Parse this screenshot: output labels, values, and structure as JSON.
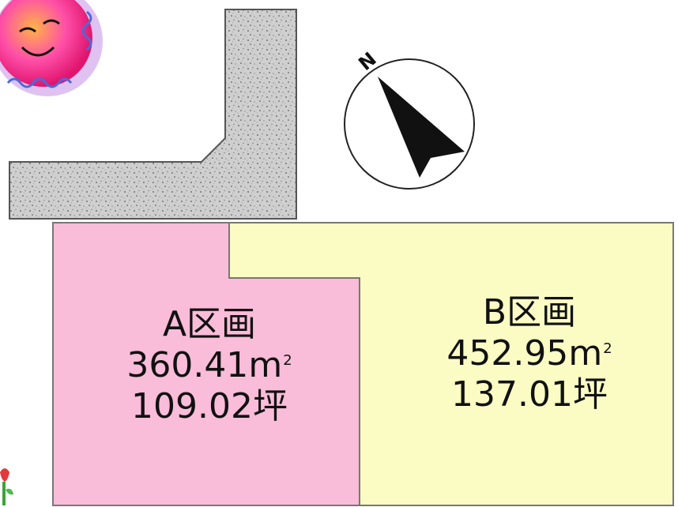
{
  "compass": {
    "north_letter": "N"
  },
  "lots": [
    {
      "name": "A区画",
      "area_sqm": "360.41",
      "area_sqm_unit": "m",
      "area_sqm_sup": "2",
      "area_tsubo": "109.02坪",
      "fill_color": "#f9bcd9"
    },
    {
      "name": "B区画",
      "area_sqm": "452.95",
      "area_sqm_unit": "m",
      "area_sqm_sup": "2",
      "area_tsubo": "137.01坪",
      "fill_color": "#fafcc4"
    }
  ],
  "colors": {
    "road": "#c8c8c8",
    "outline": "#777777"
  }
}
